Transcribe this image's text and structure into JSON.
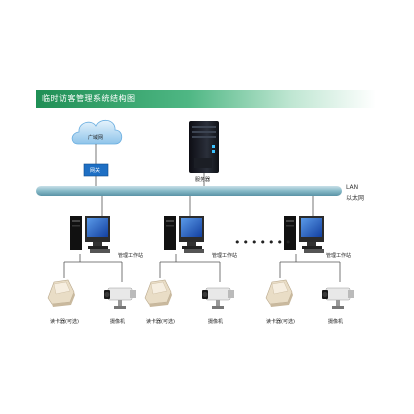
{
  "banner": {
    "title": "临时访客管理系统结构图"
  },
  "wan": {
    "cloud_label": "广域网",
    "gateway_label": "网关"
  },
  "server": {
    "label": "服务器"
  },
  "network": {
    "lan": "LAN",
    "ethernet": "以太网"
  },
  "workstation_label": "管理工作站",
  "reader_label": "读卡器(可选)",
  "camera_label": "摄像机",
  "ellipsis": "•••••••",
  "colors": {
    "banner": "#1f8f55",
    "bus": "#86b9c7",
    "screen": "#1e63c9",
    "cloud": "#6aaee0"
  }
}
